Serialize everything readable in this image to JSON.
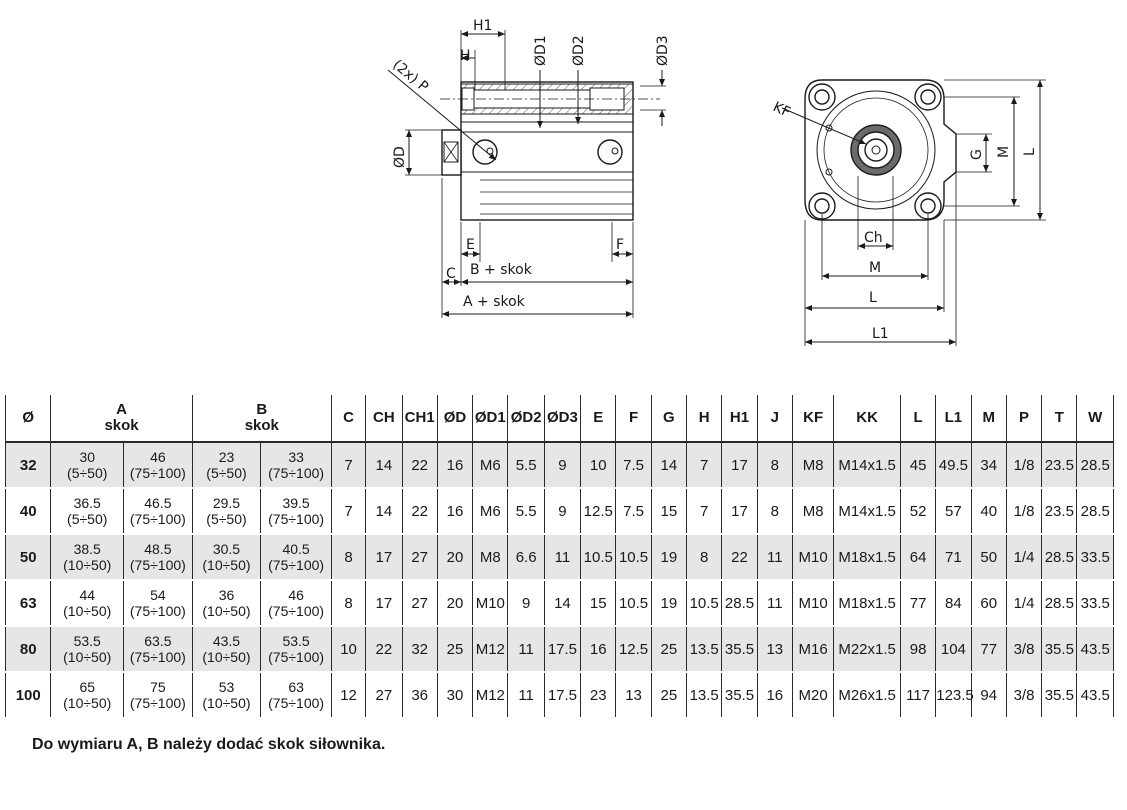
{
  "drawing_labels": {
    "h1": "H1",
    "h": "H",
    "d1": "ØD1",
    "d2": "ØD2",
    "d3": "ØD3",
    "p": "(2x) P",
    "d": "ØD",
    "e": "E",
    "f": "F",
    "c": "C",
    "b_skok": "B + skok",
    "a_skok": "A + skok",
    "kf": "KF",
    "g": "G",
    "m_side": "M",
    "l_side": "L",
    "ch": "Ch",
    "m_bottom": "M",
    "l_bottom": "L",
    "l1": "L1"
  },
  "table": {
    "headers": {
      "bore": "Ø",
      "a": "A",
      "a_sub": "skok",
      "b": "B",
      "b_sub": "skok",
      "cols": [
        "C",
        "CH",
        "CH1",
        "ØD",
        "ØD1",
        "ØD2",
        "ØD3",
        "E",
        "F",
        "G",
        "H",
        "H1",
        "J",
        "KF",
        "KK",
        "L",
        "L1",
        "M",
        "P",
        "T",
        "W"
      ]
    },
    "rows": [
      {
        "bore": "32",
        "a1": "30",
        "a1r": "(5÷50)",
        "a2": "46",
        "a2r": "(75÷100)",
        "b1": "23",
        "b1r": "(5÷50)",
        "b2": "33",
        "b2r": "(75÷100)",
        "v": [
          "7",
          "14",
          "22",
          "16",
          "M6",
          "5.5",
          "9",
          "10",
          "7.5",
          "14",
          "7",
          "17",
          "8",
          "M8",
          "M14x1.5",
          "45",
          "49.5",
          "34",
          "1/8",
          "23.5",
          "28.5"
        ]
      },
      {
        "bore": "40",
        "a1": "36.5",
        "a1r": "(5÷50)",
        "a2": "46.5",
        "a2r": "(75÷100)",
        "b1": "29.5",
        "b1r": "(5÷50)",
        "b2": "39.5",
        "b2r": "(75÷100)",
        "v": [
          "7",
          "14",
          "22",
          "16",
          "M6",
          "5.5",
          "9",
          "12.5",
          "7.5",
          "15",
          "7",
          "17",
          "8",
          "M8",
          "M14x1.5",
          "52",
          "57",
          "40",
          "1/8",
          "23.5",
          "28.5"
        ]
      },
      {
        "bore": "50",
        "a1": "38.5",
        "a1r": "(10÷50)",
        "a2": "48.5",
        "a2r": "(75÷100)",
        "b1": "30.5",
        "b1r": "(10÷50)",
        "b2": "40.5",
        "b2r": "(75÷100)",
        "v": [
          "8",
          "17",
          "27",
          "20",
          "M8",
          "6.6",
          "11",
          "10.5",
          "10.5",
          "19",
          "8",
          "22",
          "11",
          "M10",
          "M18x1.5",
          "64",
          "71",
          "50",
          "1/4",
          "28.5",
          "33.5"
        ]
      },
      {
        "bore": "63",
        "a1": "44",
        "a1r": "(10÷50)",
        "a2": "54",
        "a2r": "(75÷100)",
        "b1": "36",
        "b1r": "(10÷50)",
        "b2": "46",
        "b2r": "(75÷100)",
        "v": [
          "8",
          "17",
          "27",
          "20",
          "M10",
          "9",
          "14",
          "15",
          "10.5",
          "19",
          "10.5",
          "28.5",
          "11",
          "M10",
          "M18x1.5",
          "77",
          "84",
          "60",
          "1/4",
          "28.5",
          "33.5"
        ]
      },
      {
        "bore": "80",
        "a1": "53.5",
        "a1r": "(10÷50)",
        "a2": "63.5",
        "a2r": "(75÷100)",
        "b1": "43.5",
        "b1r": "(10÷50)",
        "b2": "53.5",
        "b2r": "(75÷100)",
        "v": [
          "10",
          "22",
          "32",
          "25",
          "M12",
          "11",
          "17.5",
          "16",
          "12.5",
          "25",
          "13.5",
          "35.5",
          "13",
          "M16",
          "M22x1.5",
          "98",
          "104",
          "77",
          "3/8",
          "35.5",
          "43.5"
        ]
      },
      {
        "bore": "100",
        "a1": "65",
        "a1r": "(10÷50)",
        "a2": "75",
        "a2r": "(75÷100)",
        "b1": "53",
        "b1r": "(10÷50)",
        "b2": "63",
        "b2r": "(75÷100)",
        "v": [
          "12",
          "27",
          "36",
          "30",
          "M12",
          "11",
          "17.5",
          "23",
          "13",
          "25",
          "13.5",
          "35.5",
          "16",
          "M20",
          "M26x1.5",
          "117",
          "123.5",
          "94",
          "3/8",
          "35.5",
          "43.5"
        ]
      }
    ]
  },
  "footnote": "Do wymiaru A, B należy dodać skok siłownika."
}
